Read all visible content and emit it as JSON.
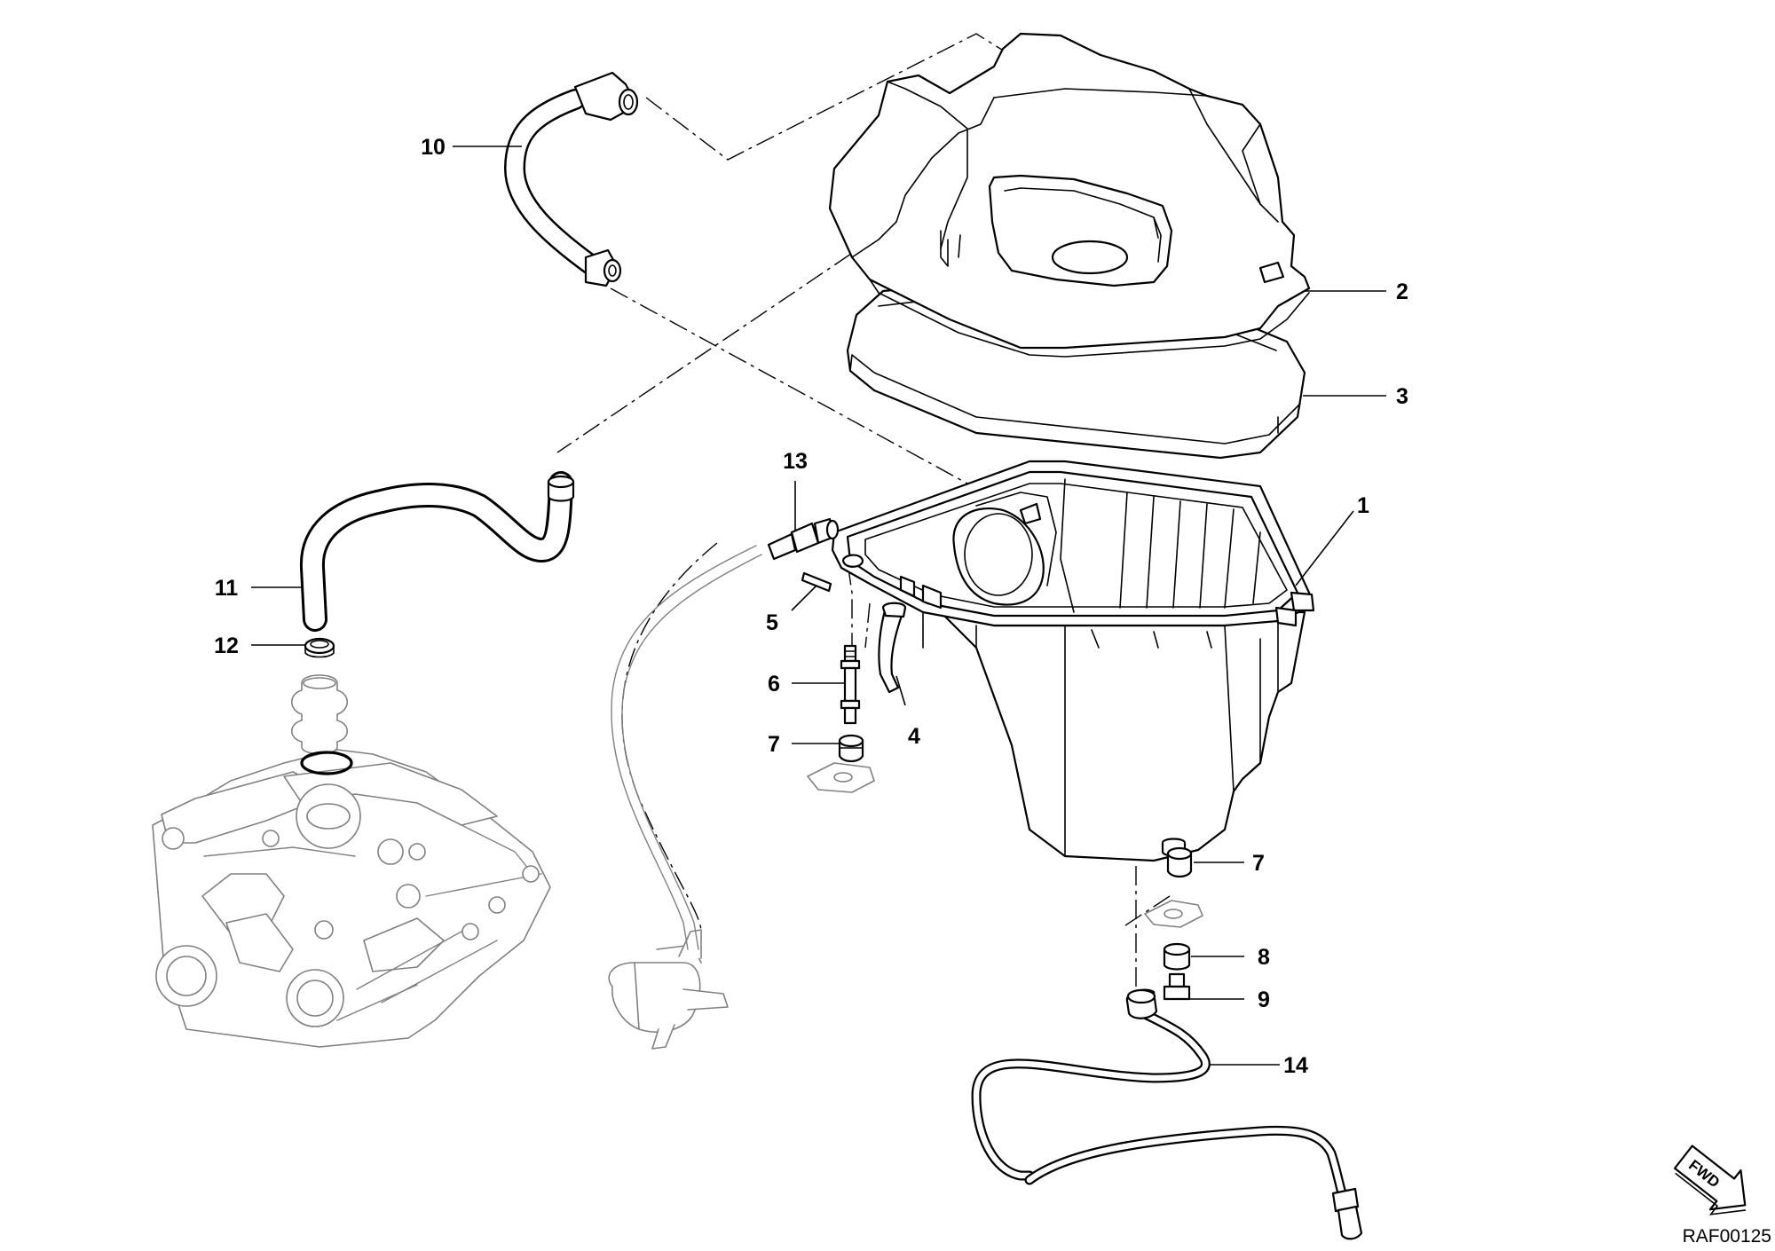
{
  "callouts": {
    "c1": "1",
    "c2": "2",
    "c3": "3",
    "c4": "4",
    "c5": "5",
    "c6": "6",
    "c7a": "7",
    "c7b": "7",
    "c8": "8",
    "c9": "9",
    "c10": "10",
    "c11": "11",
    "c12": "12",
    "c13": "13",
    "c14": "14"
  },
  "direction_badge": "FWD",
  "reference_code": "RAF00125",
  "icons": {
    "direction": "forward-arrow-icon"
  }
}
